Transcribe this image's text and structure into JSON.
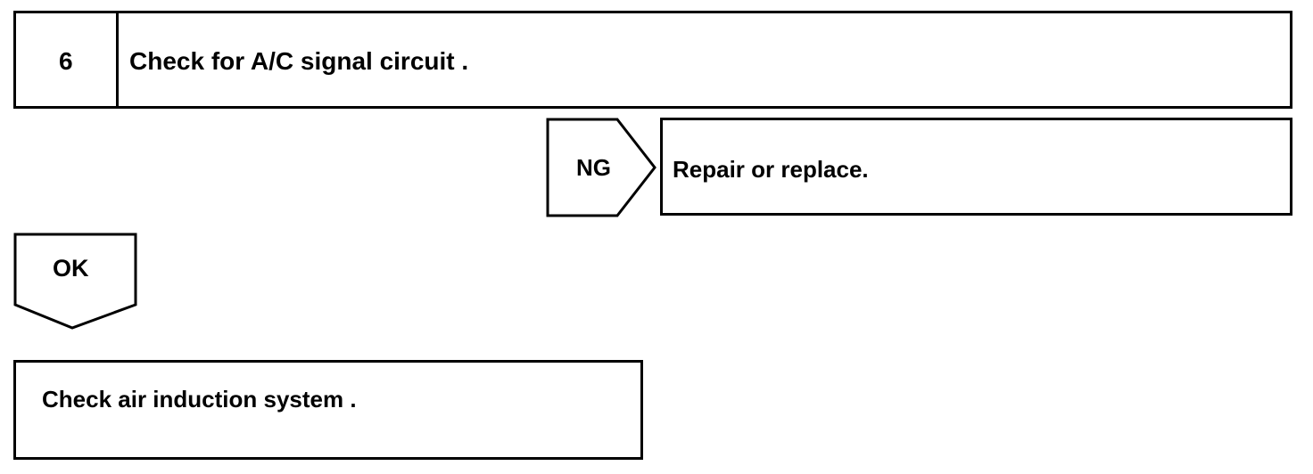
{
  "step": {
    "number": "6",
    "title": "Check for A/C signal circuit ."
  },
  "ng_branch": {
    "label": "NG",
    "action": "Repair or replace."
  },
  "ok_branch": {
    "label": "OK"
  },
  "next_step": {
    "text": "Check air induction system ."
  }
}
